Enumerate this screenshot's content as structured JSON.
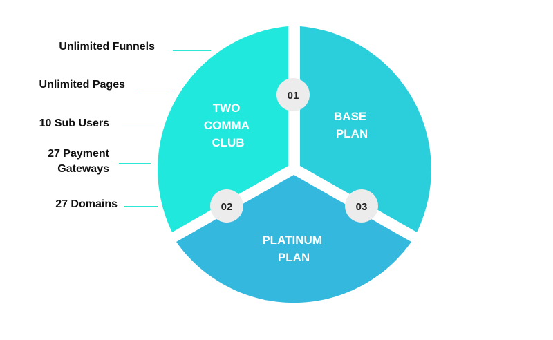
{
  "features": [
    "Unlimited Funnels",
    "Unlimited Pages",
    "10 Sub Users",
    "27 Payment Gateways",
    "27 Domains"
  ],
  "segments": [
    {
      "number": "01",
      "label": "BASE PLAN",
      "color": "#2bcfdc"
    },
    {
      "number": "02",
      "label": "TWO COMMA CLUB",
      "color": "#21e8dc"
    },
    {
      "number": "03",
      "label": "PLATINUM PLAN",
      "color": "#35b8dd"
    }
  ],
  "colors": {
    "leader": "#2ee6d6",
    "badge": "#ececec",
    "badge_text": "#222222",
    "label_text": "#ffffff"
  }
}
